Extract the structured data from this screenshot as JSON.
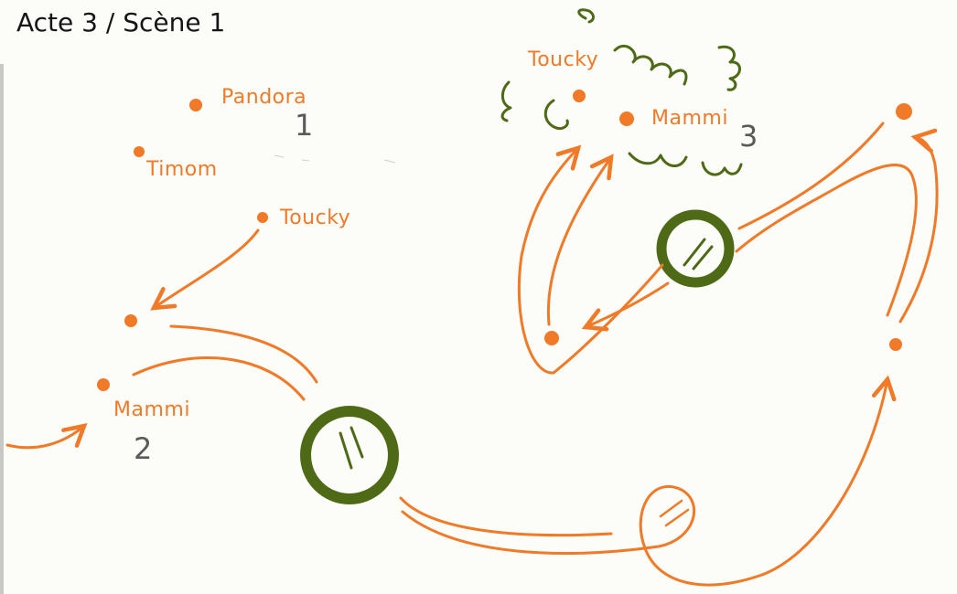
{
  "title": "Acte 3 / Scène 1",
  "colors": {
    "ink": "#151515",
    "orange": "#f07a28",
    "green": "#4e6a16",
    "numeral": "#5a5a5a"
  },
  "labels": {
    "pandora": "Pandora",
    "timom": "Timom",
    "toucky_1": "Toucky",
    "mammi_2": "Mammi",
    "toucky_3": "Toucky",
    "mammi_3": "Mammi"
  },
  "numbers": {
    "group_1": "1",
    "group_2": "2",
    "group_3": "3"
  }
}
